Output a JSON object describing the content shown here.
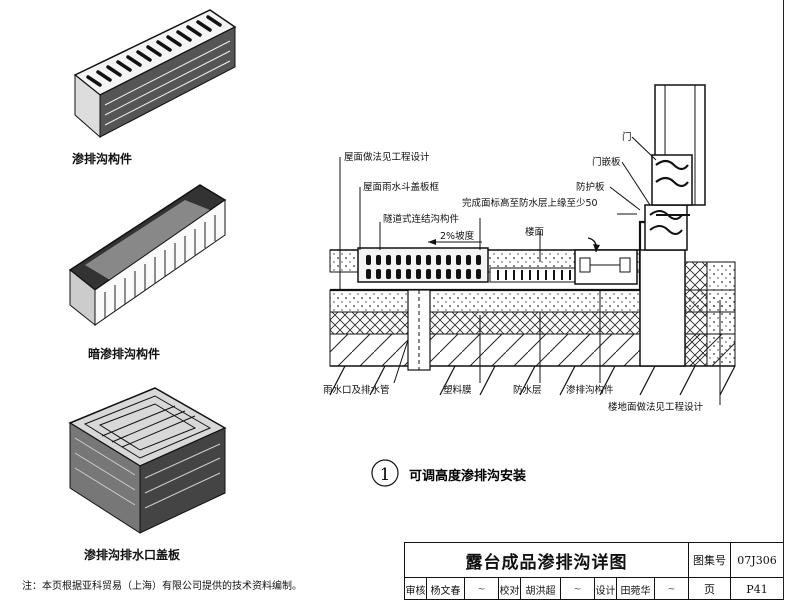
{
  "products": [
    {
      "label": "渗排沟构件"
    },
    {
      "label": "暗渗排沟构件"
    },
    {
      "label": "渗排沟排水口盖板"
    }
  ],
  "detail": {
    "number": "1",
    "title": "可调高度渗排沟安装",
    "callouts": {
      "roof_method": "屋面做法见工程设计",
      "rain_cover_frame": "屋面雨水斗盖板框",
      "finish_level": "完成面标高至防水层上缘至少50",
      "tunnel_connector": "隧道式连结沟构件",
      "slope": "2%坡度",
      "floor_surface": "楼面",
      "door": "门",
      "door_trim": "门嵌板",
      "guard_plate": "防护板",
      "rain_outlet": "雨水口及排水管",
      "plastic_film": "塑料膜",
      "waterproof_layer": "防水层",
      "drain_component": "渗排沟构件",
      "floor_method": "楼地面做法见工程设计"
    }
  },
  "note": "注：本页根据亚科贸易（上海）有限公司提供的技术资料编制。",
  "title_block": {
    "title": "露台成品渗排沟详图",
    "atlas_label": "图集号",
    "atlas_no": "07J306",
    "page_label": "页",
    "page_no": "P41",
    "review_label": "审核",
    "reviewer": "杨文春",
    "check_label": "校对",
    "checker": "胡洪超",
    "design_label": "设计",
    "designer": "田菀华"
  }
}
